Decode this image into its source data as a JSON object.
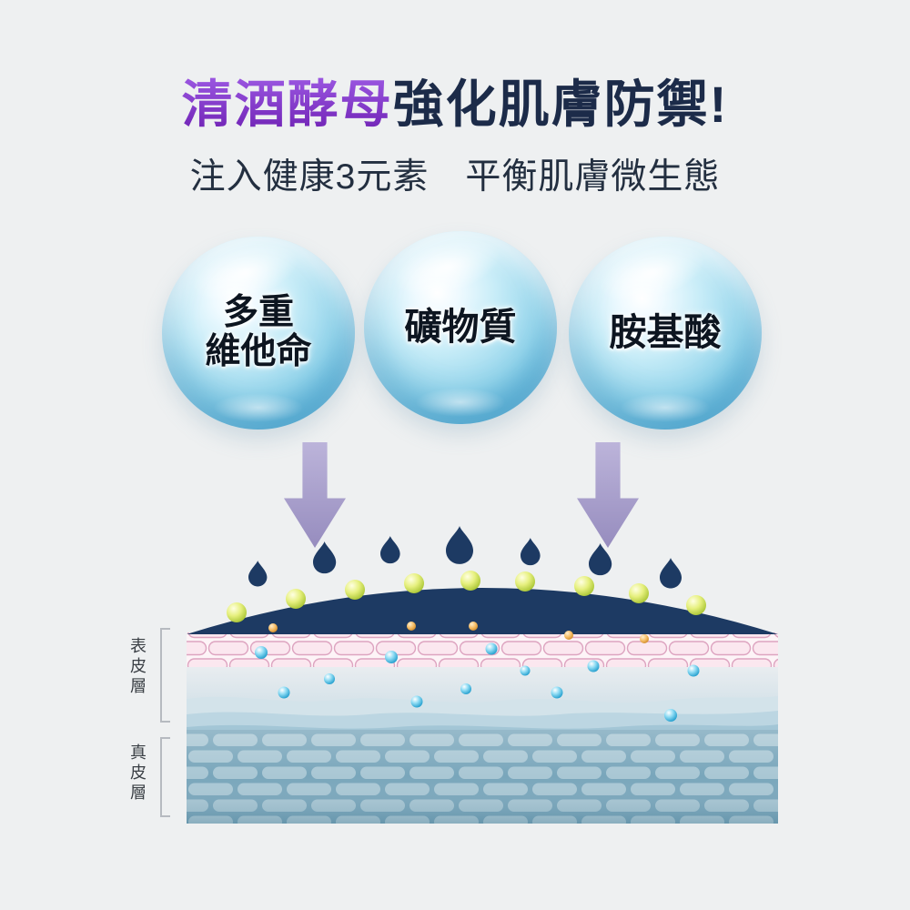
{
  "header": {
    "brand": "清酒酵母",
    "title_rest": "強化肌膚防禦!",
    "subtitle": "注入健康3元素　平衡肌膚微生態"
  },
  "bubbles": [
    {
      "label": "多重維他命",
      "lines": [
        "多重",
        "維他命"
      ]
    },
    {
      "label": "礦物質"
    },
    {
      "label": "胺基酸"
    }
  ],
  "skin_labels": [
    {
      "text": "表皮層"
    },
    {
      "text": "真皮層"
    }
  ],
  "colors": {
    "brand_purple": "#7b2fc0",
    "title_navy": "#1c2b49",
    "arrow_purple": "#a79fce",
    "drop_navy": "#1d3a63",
    "bead_yellow": "#d6e65a",
    "bead_orange": "#f0b35c",
    "bead_blue": "#4fc0e8",
    "epidermis_pink": "#fbe7ef",
    "dermis_blue": "#a9c7d4",
    "background": "#eef0f1"
  }
}
